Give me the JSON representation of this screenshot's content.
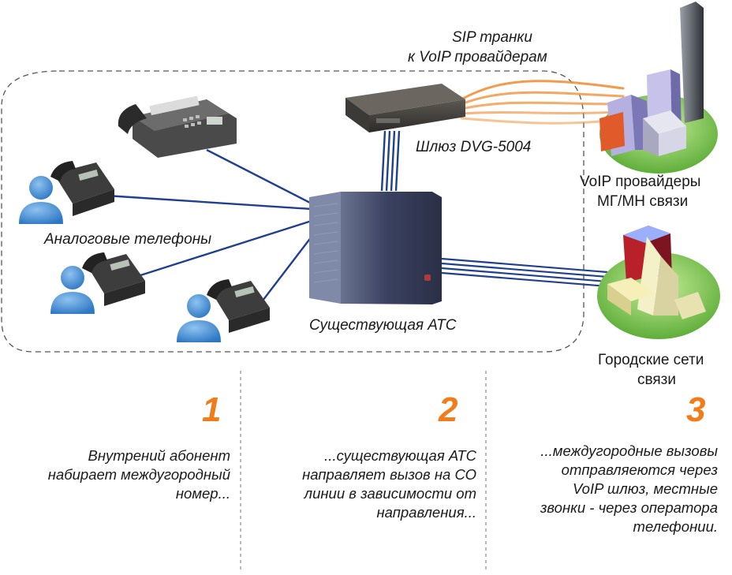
{
  "labels": {
    "sip_line1": "SIP транки",
    "sip_line2": "к VoIP провайдерам",
    "gateway": "Шлюз DVG-5004",
    "analog_phones": "Аналоговые телефоны",
    "pbx": "Существующая АТС",
    "voip_line1": "VoIP провайдеры",
    "voip_line2": "МГ/МН связи",
    "city_line1": "Городские сети",
    "city_line2": "связи"
  },
  "steps": [
    {
      "number": "1",
      "lines": [
        "Внутрений абонент",
        "набирает междугородный",
        "номер..."
      ]
    },
    {
      "number": "2",
      "lines": [
        "...существующая АТС",
        "направляет вызов на СО",
        "линии в зависимости от",
        "направления..."
      ]
    },
    {
      "number": "3",
      "lines": [
        "...междугородные вызовы",
        "отправляеются через",
        "VoIP шлюз, местные",
        "звонки - через оператора",
        "телефонии."
      ]
    }
  ],
  "colors": {
    "step_number": "#f07d1a",
    "link_blue": "#1f3f8f",
    "sip_orange": "#f0913a",
    "dash": "#555555"
  },
  "icons": [
    "fax-icon",
    "phone-icon",
    "user-icon",
    "gateway-icon",
    "pbx-icon",
    "voip-city-icon",
    "city-icon"
  ]
}
